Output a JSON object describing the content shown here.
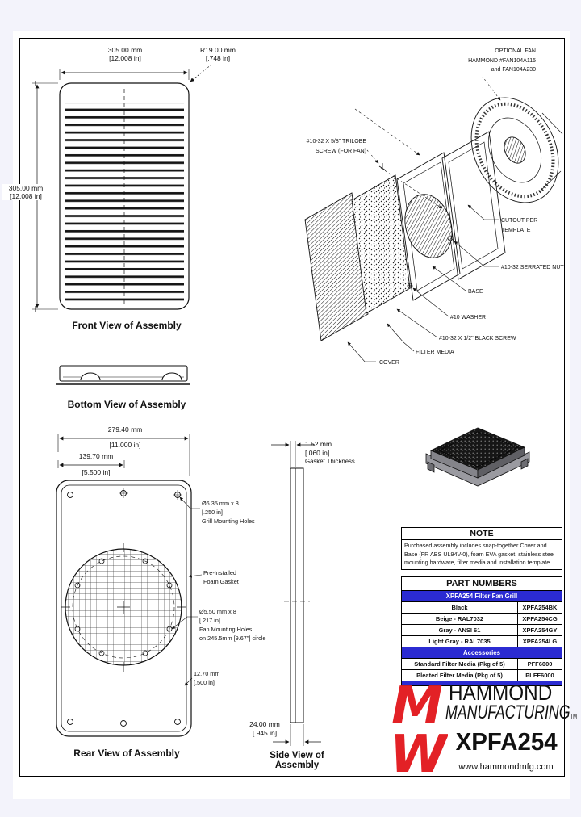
{
  "colors": {
    "accent_blue": "#2b2bd2",
    "brand_red": "#e32126",
    "line": "#111111"
  },
  "front_view": {
    "caption": "Front View of Assembly",
    "width_mm": "305.00 mm",
    "width_in": "[12.008 in]",
    "height_mm": "305.00 mm",
    "height_in": "[12.008 in]",
    "radius_mm": "R19.00 mm",
    "radius_in": "[.748 in]"
  },
  "bottom_view": {
    "caption": "Bottom View of Assembly"
  },
  "rear_view": {
    "caption": "Rear View of Assembly",
    "width_mm": "279.40 mm",
    "width_in": "[11.000 in]",
    "half_mm": "139.70 mm",
    "half_in": "[5.500 in]",
    "grill_holes": [
      "Ø6.35 mm x 8",
      "[.250 in]",
      "Grill Mounting Holes"
    ],
    "gasket": [
      "Pre-Installed",
      "Foam Gasket"
    ],
    "fan_holes": [
      "Ø5.50 mm x 8",
      "[.217 in]",
      "Fan Mounting Holes",
      "on 245.5mm [9.67\"] circle"
    ],
    "corner_mm": "12.70 mm",
    "corner_in": "[.500 in]"
  },
  "side_view": {
    "caption": "Side View of Assembly",
    "gasket_mm": "1.52 mm",
    "gasket_in": "[.060 in]",
    "gasket_label": "Gasket Thickness",
    "depth_mm": "24.00 mm",
    "depth_in": "[.945 in]"
  },
  "exploded": {
    "optional_fan": [
      "OPTIONAL FAN",
      "HAMMOND #FAN104A115",
      "and FAN104A230"
    ],
    "trilobe": [
      "#10-32 X 5/8\" TRILOBE",
      "SCREW (FOR FAN)"
    ],
    "cutout": "CUTOUT PER TEMPLATE",
    "nut": "#10-32 SERRATED NUT",
    "base": "BASE",
    "washer": "#10 WASHER",
    "screw": "#10-32 X 1/2\" BLACK SCREW",
    "filter": "FILTER MEDIA",
    "cover": "COVER"
  },
  "note": {
    "title": "NOTE",
    "body": "Purchased assembly includes snap-together Cover and Base (FR ABS UL94V-0), foam EVA gasket, stainless steel mounting hardware, filter media and installation template."
  },
  "parts": {
    "title": "PART NUMBERS",
    "band1": "XPFA254 Filter Fan Grill",
    "rows1": [
      [
        "Black",
        "XPFA254BK"
      ],
      [
        "Beige - RAL7032",
        "XPFA254CG"
      ],
      [
        "Gray - ANSI 61",
        "XPFA254GY"
      ],
      [
        "Light Gray - RAL7035",
        "XPFA254LG"
      ]
    ],
    "band2": "Accessories",
    "rows2": [
      [
        "Standard Filter Media (Pkg of 5)",
        "PFF6000"
      ],
      [
        "Pleated Filter Media (Pkg of 5)",
        "PLFF6000"
      ]
    ]
  },
  "brand": {
    "name_line1": "HAMMOND",
    "name_line2": "MANUFACTURING",
    "tm": "TM",
    "model": "XPFA254",
    "website": "www.hammondmfg.com"
  }
}
